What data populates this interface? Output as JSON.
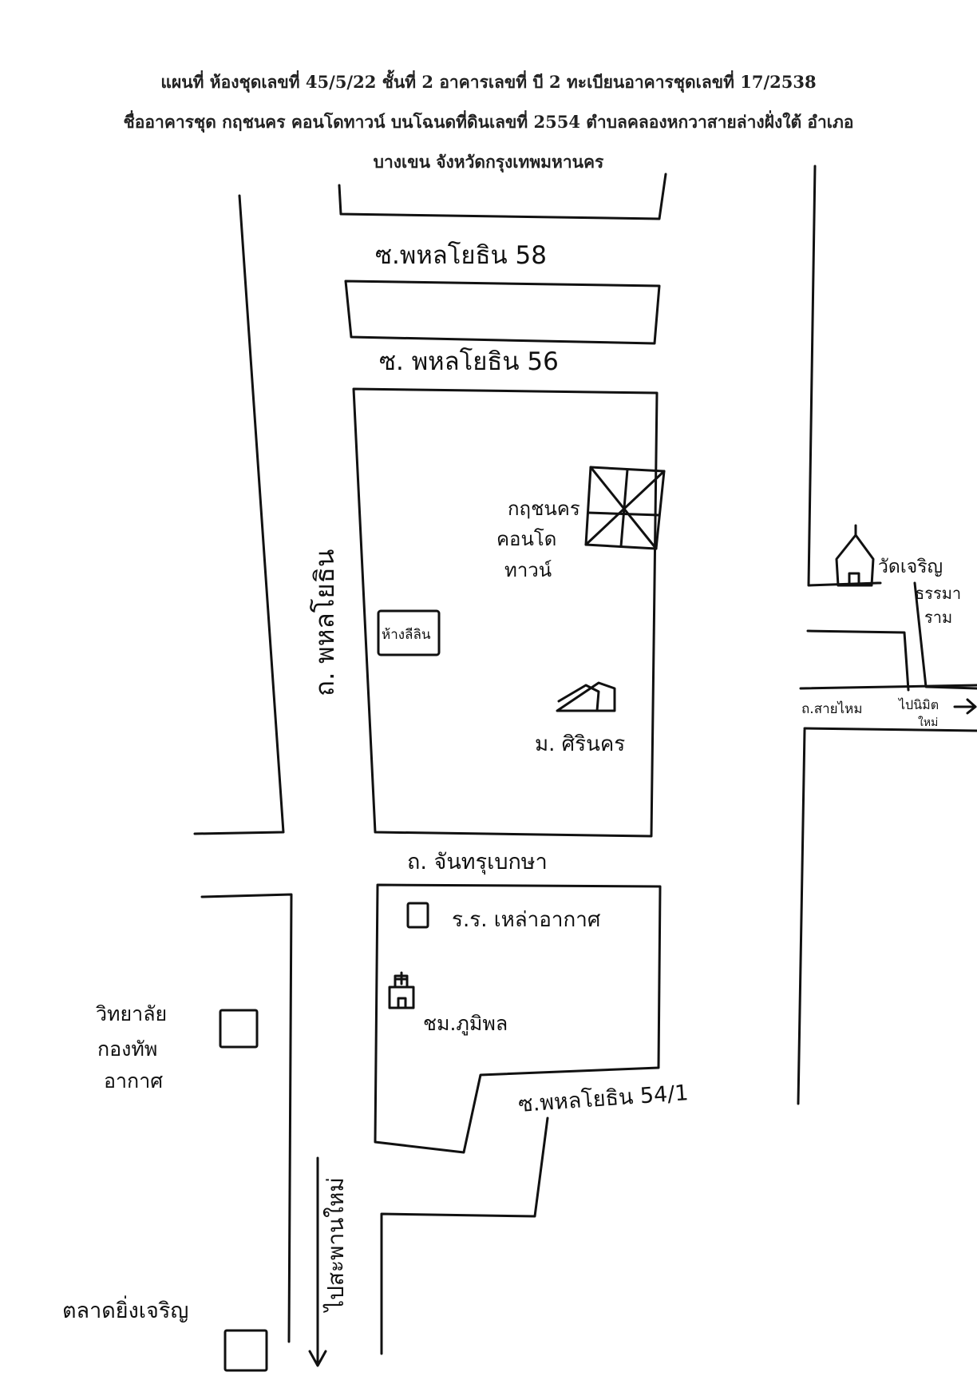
{
  "header": {
    "line1": "แผนที่  ห้องชุดเลขที่ 45/5/22  ชั้นที่ 2 อาคารเลขที่ บี 2 ทะเบียนอาคารชุดเลขที่ 17/2538",
    "line2": "ชื่ออาคารชุด กฤชนคร  คอนโดทาวน์  บนโฉนดที่ดินเลขที่  2554  ตำบลคลองหกวาสายล่างฝั่งใต้  อำเภอ",
    "line3": "บางเขน จังหวัดกรุงเทพมหานคร"
  },
  "map": {
    "soi58": "ซ.พหลโยธิน 58",
    "soi56": "ซ. พหลโยธิน 56",
    "phahonyothin_road": "ถ. พหลโยธิน",
    "condo_line1": "กฤชนคร",
    "condo_line2": "คอนโด",
    "condo_line3": "ทาวน์",
    "shop": "ห้างลีลิน",
    "village": "ม. ศิรินคร",
    "wat_line1": "วัดเจริญ",
    "wat_line2": "ธรรมา",
    "wat_line3": "ราม",
    "sai_mai_road": "ถ.สายไหม",
    "to_pradit": "ไปนิมิต",
    "to_pradit_2": "ใหม่",
    "chanthurabeksa_road": "ถ. จันทรุเบกษา",
    "school": "ร.ร. เหล่าอากาศ",
    "community": "ชม.ภูมิพล",
    "soi541": "ซ.พหลโยธิน 54/1",
    "college_line1": "วิทยาลัย",
    "college_line2": "กองทัพ",
    "college_line3": "อากาศ",
    "to_saphan_mai": "ไปสะพานใหม่",
    "market": "ตลาดยิ่งเจริญ"
  }
}
